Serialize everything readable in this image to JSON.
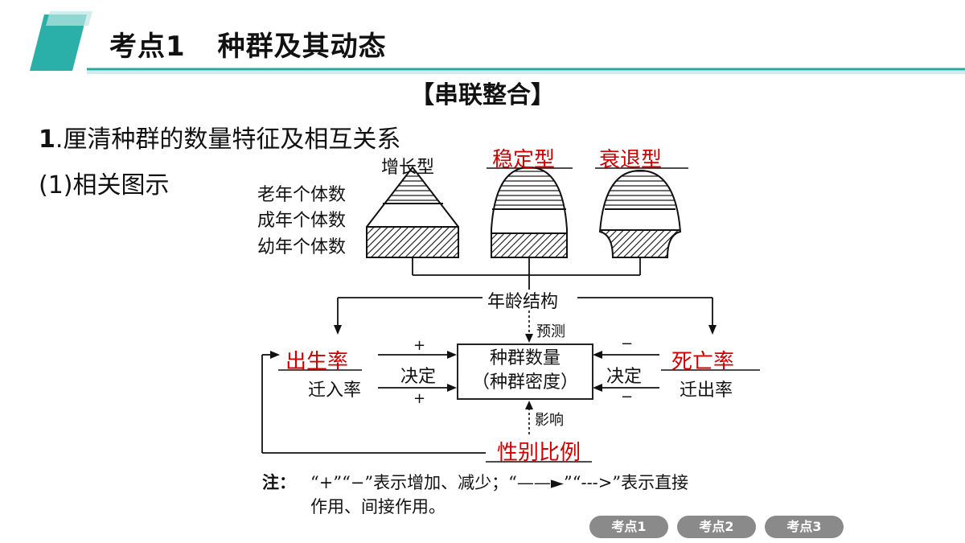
{
  "header": {
    "title_prefix": "考点1",
    "title_main": "种群及其动态"
  },
  "section_title": "【串联整合】",
  "heading_number": "1",
  "heading_text": ".厘清种群的数量特征及相互关系",
  "subheading": "(1)相关图示",
  "diagram": {
    "pyramid_labels": {
      "growth": "增长型",
      "stable": "稳定型",
      "decline": "衰退型"
    },
    "row_labels": [
      "老年个体数",
      "成年个体数",
      "幼年个体数"
    ],
    "age_structure": "年龄结构",
    "predict": "预测",
    "influence": "影响",
    "birth_rate": "出生率",
    "immigration_rate": "迁入率",
    "death_rate": "死亡率",
    "emigration_rate": "迁出率",
    "decide_left": "决定",
    "decide_right": "决定",
    "plus_top": "+",
    "plus_bottom": "+",
    "minus_top": "−",
    "minus_bottom": "−",
    "center_line1": "种群数量",
    "center_line2": "（种群密度）",
    "sex_ratio": "性别比例"
  },
  "note": {
    "label": "注：",
    "line1": "“+”“−”表示增加、减少；“——►”“--->”表示直接",
    "line2": "作用、间接作用。"
  },
  "nav": {
    "btn1": "考点1",
    "btn2": "考点2",
    "btn3": "考点3"
  },
  "colors": {
    "accent": "#26a8a0",
    "red_text": "#d40000",
    "nav_bg": "#8a8a8a"
  }
}
